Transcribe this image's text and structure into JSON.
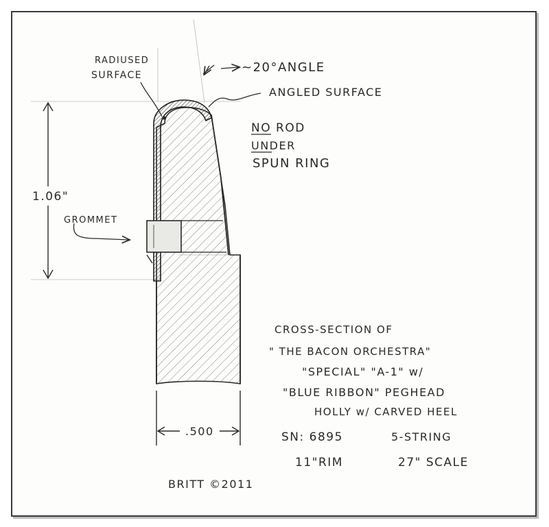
{
  "labels": {
    "radiused_surface_line1": "RADIUSED",
    "radiused_surface_line2": "SURFACE",
    "angle": "~20°ANGLE",
    "angled_surface": "ANGLED SURFACE",
    "no_rod_line1": "NO ROD",
    "no_rod_line2": "UNDER",
    "no_rod_line3": "SPUN RING",
    "height_dimension": "1.06\"",
    "grommet": "GROMMET",
    "width_dimension": ".500",
    "caption_line1": "CROSS-SECTION OF",
    "caption_line2": "\" THE BACON ORCHESTRA\"",
    "caption_line3": "\"SPECIAL\" \"A-1\" w/",
    "caption_line4": "\"BLUE RIBBON\" PEGHEAD",
    "caption_line5": "HOLLY w/ CARVED HEEL",
    "sn": "SN: 6895",
    "strings": "5-STRING",
    "rim": "11\"RIM",
    "scale": "27\" SCALE",
    "signature": "BRITT ©2011"
  },
  "colors": {
    "ink": "#2a2a2a",
    "paper": "#fdfdfb",
    "frame": "#3a3a3a"
  }
}
